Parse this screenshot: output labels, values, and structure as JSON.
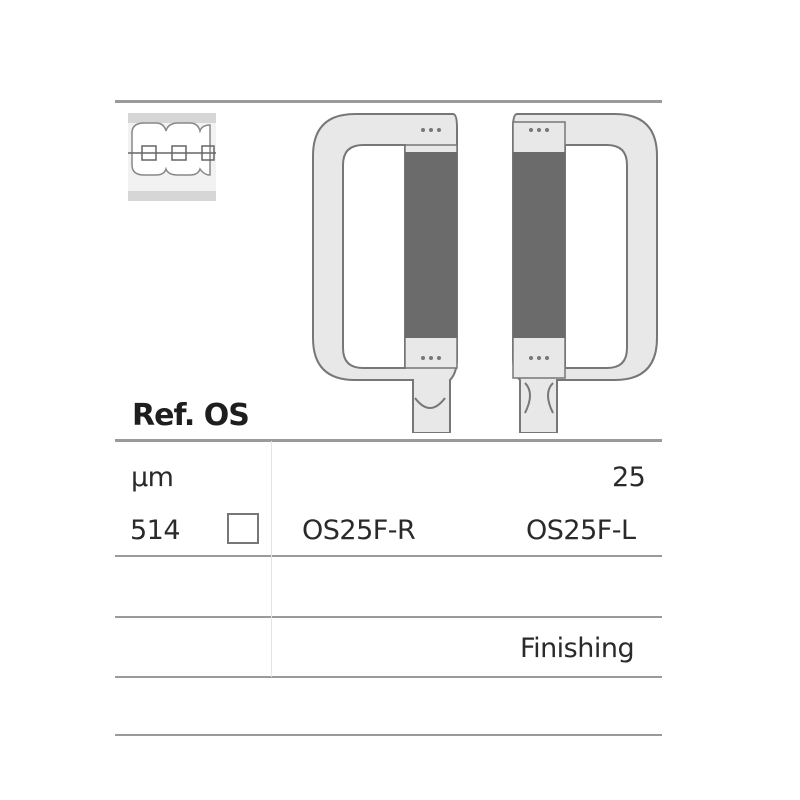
{
  "header": {
    "title": "Ref. OS",
    "icon": "orthodontic-braces-icon"
  },
  "table": {
    "unit_label": "µm",
    "grit_value": "25",
    "pack_qty": "514",
    "variants": [
      "OS25F-R",
      "OS25F-L"
    ],
    "application": "Finishing"
  },
  "colors": {
    "rule": "#9a9a9a",
    "strip_dark": "#6b6b6b",
    "strip_light": "#e6e6e6"
  }
}
